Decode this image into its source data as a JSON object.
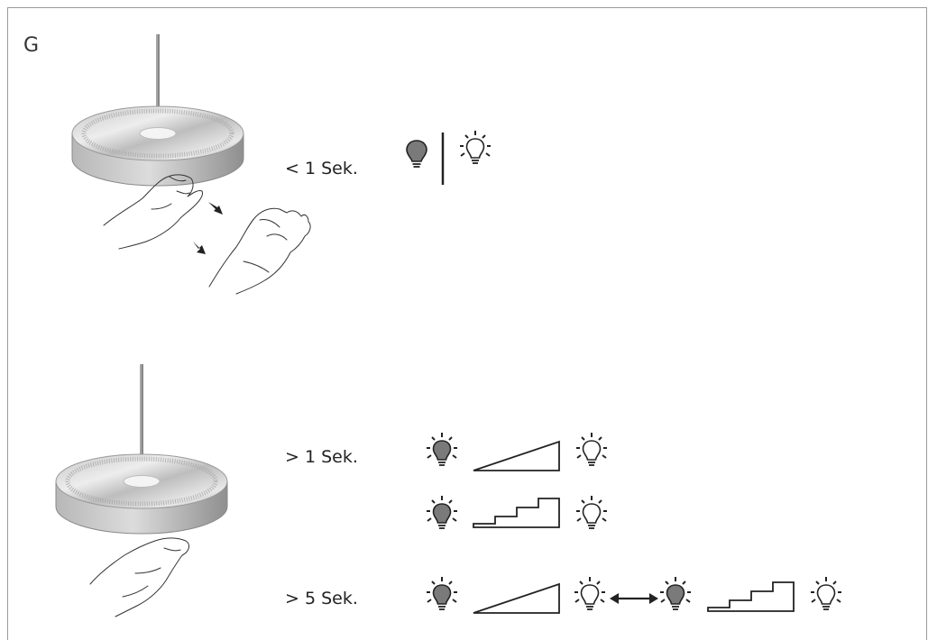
{
  "figure_letter": "G",
  "rows": [
    {
      "label": "< 1 Sek."
    },
    {
      "label": "> 1 Sek."
    },
    {
      "label": "> 5 Sek."
    }
  ],
  "icons": {
    "bulb_off": "light-bulb-off-icon",
    "bulb_on": "light-bulb-on-icon",
    "bulb_dim": "light-bulb-dimmed-icon",
    "ramp": "dimming-ramp-icon",
    "steps": "dimming-steps-icon",
    "toggle": "double-arrow-icon"
  },
  "colors": {
    "line": "#222222",
    "bulb_fill": "#7a7a7a",
    "frame": "#9a9a9a",
    "lamp_light": "#e4e4e4",
    "lamp_dark": "#9c9c9c"
  }
}
